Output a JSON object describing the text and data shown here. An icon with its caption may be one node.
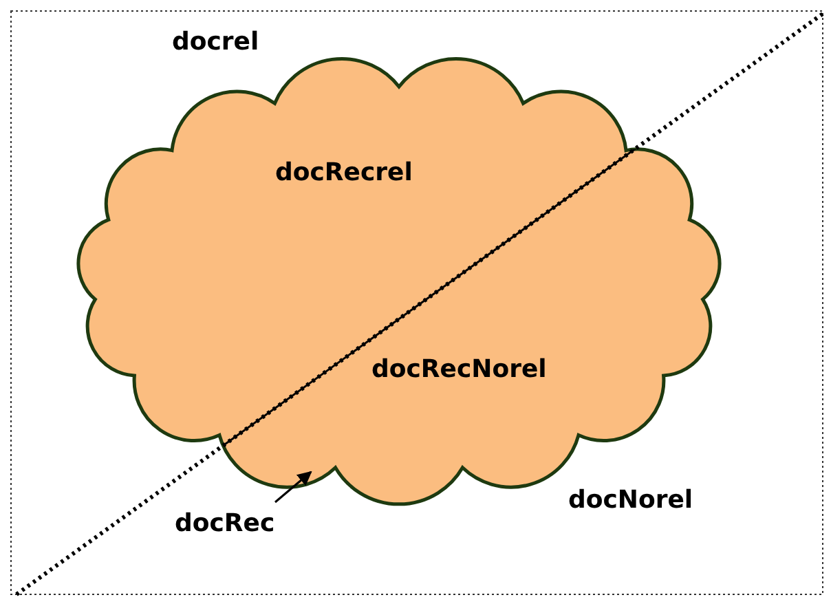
{
  "diagram": {
    "nodes": [
      {
        "text": [],
        "shape": "cloud"
      },
      {
        "text": [
          "docRec"
        ]
      }
    ],
    "edges": [
      {
        "from": 1,
        "to": 0,
        "arrow": "to"
      }
    ],
    "labels": [
      "docrel",
      "docRecrel",
      "docRecNorel",
      "docNorel"
    ]
  }
}
